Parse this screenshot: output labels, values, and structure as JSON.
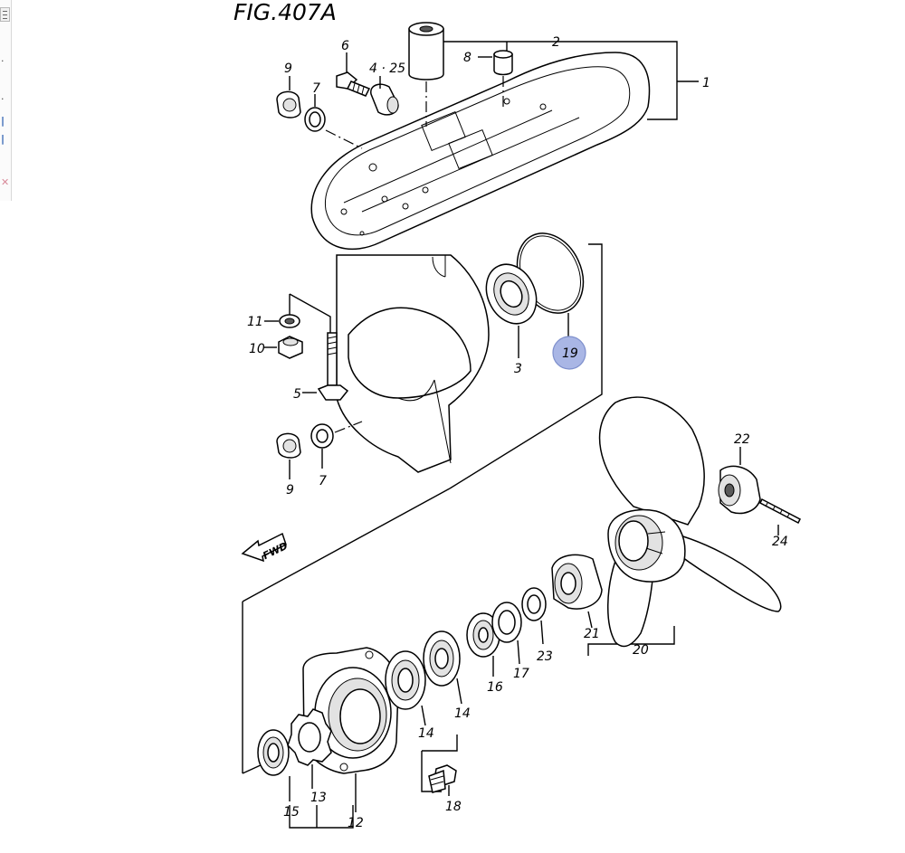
{
  "figure": {
    "title": "FIG.407A",
    "highlight_color": "#9aa9e0",
    "fwd_label": "FWD"
  },
  "callouts": {
    "c1": "1",
    "c2": "2",
    "c3": "3",
    "c4_25": "4 · 25",
    "c5": "5",
    "c6": "6",
    "c7a": "7",
    "c7b": "7",
    "c8": "8",
    "c9a": "9",
    "c9b": "9",
    "c10": "10",
    "c11": "11",
    "c12": "12",
    "c13": "13",
    "c14a": "14",
    "c14b": "14",
    "c15": "15",
    "c16": "16",
    "c17": "17",
    "c18": "18",
    "c19": "19",
    "c20": "20",
    "c21": "21",
    "c22": "22",
    "c23": "23",
    "c24": "24"
  },
  "left_edge": {
    "menu_icon": "hamburger-menu-icon",
    "close_icon": "close-x-icon"
  }
}
